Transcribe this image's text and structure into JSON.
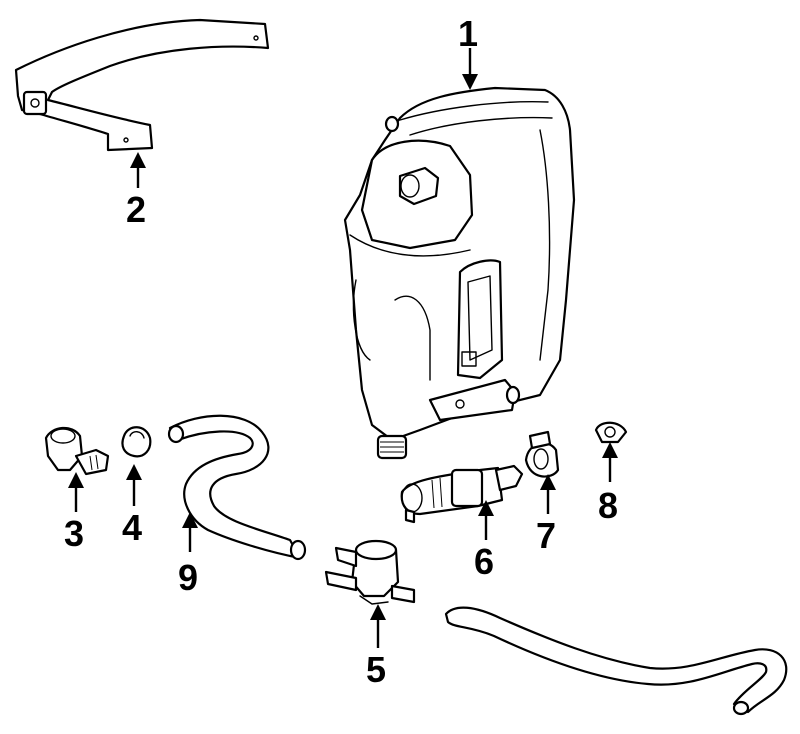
{
  "callouts": [
    {
      "id": "1",
      "label": "1"
    },
    {
      "id": "2",
      "label": "2"
    },
    {
      "id": "3",
      "label": "3"
    },
    {
      "id": "4",
      "label": "4"
    },
    {
      "id": "5",
      "label": "5"
    },
    {
      "id": "6",
      "label": "6"
    },
    {
      "id": "7",
      "label": "7"
    },
    {
      "id": "8",
      "label": "8"
    },
    {
      "id": "9",
      "label": "9"
    }
  ],
  "colors": {
    "line": "#000000",
    "background": "#ffffff"
  }
}
